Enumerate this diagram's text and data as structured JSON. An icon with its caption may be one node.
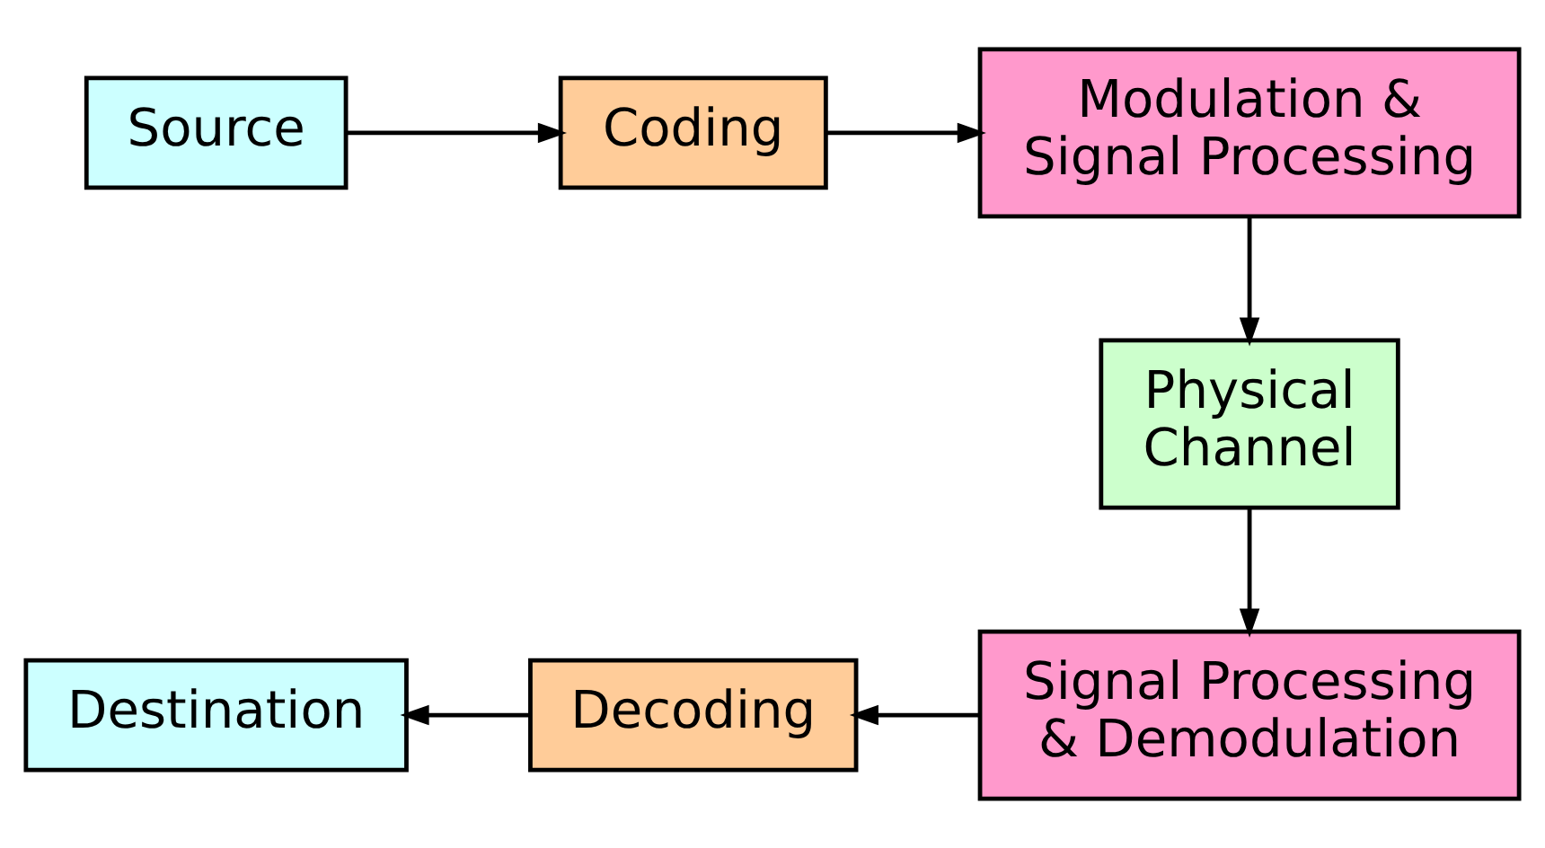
{
  "diagram": {
    "nodes": [
      {
        "text": [
          "Source"
        ]
      },
      {
        "text": [
          "Coding"
        ]
      },
      {
        "text": [
          "Modulation & Signal Processing"
        ]
      },
      {
        "text": [
          "Physical Channel"
        ]
      },
      {
        "text": [
          "Signal Processing & Demodulation"
        ]
      },
      {
        "text": [
          "Decoding"
        ]
      },
      {
        "text": [
          "Destination"
        ]
      }
    ],
    "edges": [
      {
        "from": 0,
        "to": 1,
        "arrow": "to"
      },
      {
        "from": 1,
        "to": 2,
        "arrow": "to"
      },
      {
        "from": 2,
        "to": 3,
        "arrow": "to"
      },
      {
        "from": 3,
        "to": 4,
        "arrow": "to"
      },
      {
        "from": 4,
        "to": 5,
        "arrow": "to"
      },
      {
        "from": 5,
        "to": 6,
        "arrow": "to"
      }
    ]
  }
}
